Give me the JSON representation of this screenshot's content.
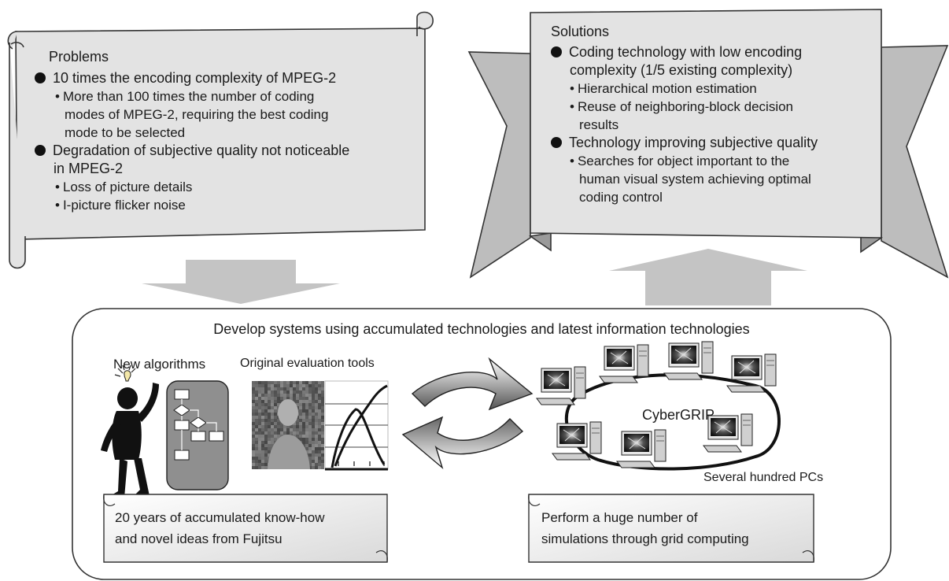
{
  "problems": {
    "heading": "Problems",
    "items": [
      {
        "text_lines": [
          "10 times the encoding complexity of MPEG-2"
        ],
        "subs": [
          [
            "More than 100 times the number of coding",
            "modes of MPEG-2, requiring the best coding",
            "mode to be selected"
          ]
        ]
      },
      {
        "text_lines": [
          "Degradation of subjective quality not noticeable",
          "in MPEG-2"
        ],
        "subs": [
          [
            "Loss of picture details"
          ],
          [
            "I-picture flicker noise"
          ]
        ]
      }
    ]
  },
  "solutions": {
    "heading": "Solutions",
    "items": [
      {
        "text_lines": [
          "Coding technology with low encoding",
          "complexity (1/5 existing complexity)"
        ],
        "subs": [
          [
            "Hierarchical motion estimation"
          ],
          [
            "Reuse of neighboring-block decision",
            "results"
          ]
        ]
      },
      {
        "text_lines": [
          "Technology improving subjective quality"
        ],
        "subs": [
          [
            "Searches for object important to the",
            "human visual system achieving optimal",
            "coding control"
          ]
        ]
      }
    ]
  },
  "bottom": {
    "title": "Develop systems using accumulated technologies and latest information technologies",
    "new_algorithms_label": "New algorithms",
    "evaluation_tools_label": "Original evaluation tools",
    "cybergrip_label": "CyberGRIP",
    "pcs_label": "Several hundred PCs",
    "left_caption_lines": [
      "20 years of accumulated know-how",
      "and novel ideas from Fujitsu"
    ],
    "right_caption_lines": [
      "Perform a huge number of",
      "simulations through grid computing"
    ]
  },
  "colors": {
    "panel_fill": "#e3e3e3",
    "panel_shade": "#bdbdbd",
    "arrow_fill": "#c4c4c4",
    "line": "#333333"
  }
}
